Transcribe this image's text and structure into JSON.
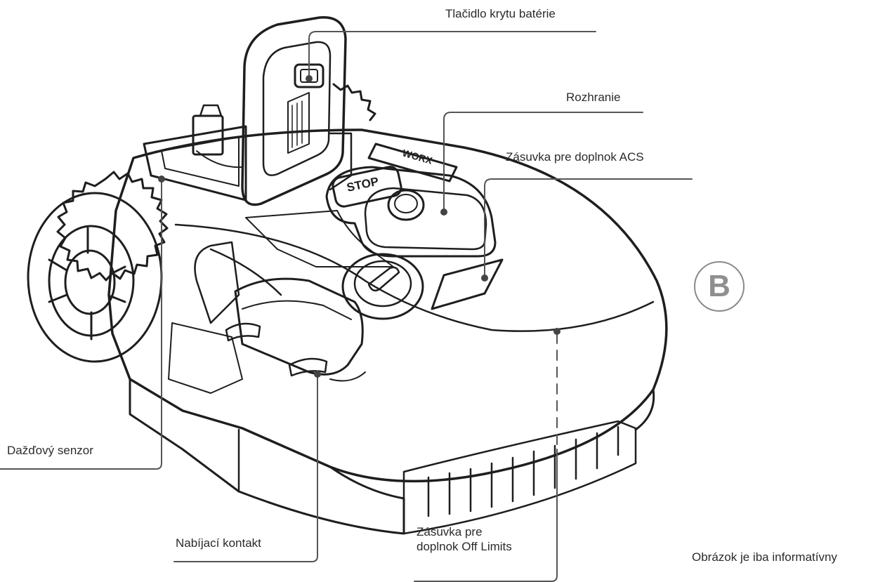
{
  "labels": {
    "battery_cover_button": "Tlačidlo krytu batérie",
    "interface": "Rozhranie",
    "acs_socket": "Zásuvka pre doplnok ACS",
    "rain_sensor": "Dažďový senzor",
    "charging_contact": "Nabíjací kontakt",
    "off_limits_socket": "Zásuvka pre\ndoplnok Off Limits",
    "disclaimer": "Obrázok je iba informatívny"
  },
  "figure": {
    "badge_letter": "B",
    "stop_button_text": "STOP",
    "brand_text": "WORX"
  },
  "colors": {
    "line": "#555555",
    "outline": "#1e1e1e",
    "callout_dot": "#444444",
    "badge": "#8f8f8f"
  }
}
